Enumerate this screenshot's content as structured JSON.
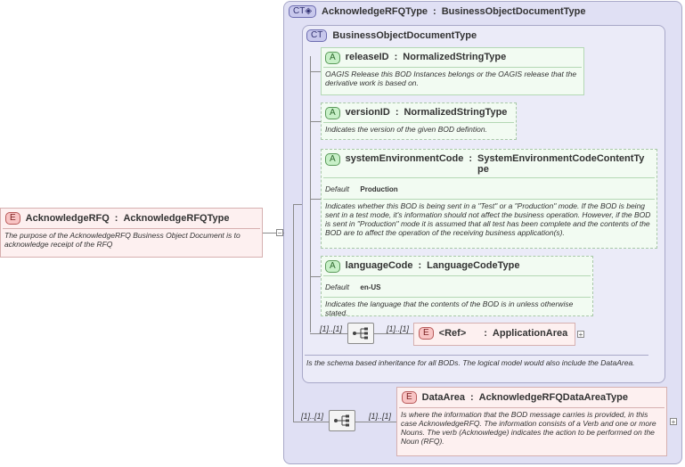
{
  "root": {
    "badge": "E",
    "name": "AcknowledgeRFQ",
    "type": "AcknowledgeRFQType",
    "description": "The purpose of the AcknowledgeRFQ Business Object Document is to acknowledge receipt of the RFQ"
  },
  "complex_type": {
    "badge": "CT",
    "name": "AcknowledgeRFQType",
    "base": "BusinessObjectDocumentType"
  },
  "base_type": {
    "badge": "CT",
    "name": "BusinessObjectDocumentType",
    "description": "Is the schema based inheritance for all BODs. The logical model would also include the DataArea."
  },
  "attributes": [
    {
      "badge": "A",
      "name": "releaseID",
      "type": "NormalizedStringType",
      "description": "OAGIS Release this BOD Instances belongs or the OAGIS release that the derivative work is based on."
    },
    {
      "badge": "A",
      "name": "versionID",
      "type": "NormalizedStringType",
      "description": "Indicates the version of the given BOD defintion."
    },
    {
      "badge": "A",
      "name": "systemEnvironmentCode",
      "type": "SystemEnvironmentCodeContentTy pe",
      "default_label": "Default",
      "default_value": "Production",
      "description": "Indicates whether this BOD is being sent in a \"Test\" or a \"Production\" mode. If the BOD is being sent in a test mode, it's information should not affect the business operation. However, if the BOD is sent in \"Production\" mode it is assumed that all test has been complete and the contents of the BOD are to affect the operation of the receiving business application(s)."
    },
    {
      "badge": "A",
      "name": "languageCode",
      "type": "LanguageCodeType",
      "default_label": "Default",
      "default_value": "en-US",
      "description": "Indicates the language that the contents of the BOD is in unless otherwise stated."
    }
  ],
  "application_area": {
    "badge": "E",
    "name": "<Ref>",
    "type": "ApplicationArea",
    "card_left": "[1]..[1]",
    "card_right": "[1]..[1]"
  },
  "data_area": {
    "badge": "E",
    "name": "DataArea",
    "type": "AcknowledgeRFQDataAreaType",
    "card_left": "[1]..[1]",
    "card_right": "[1]..[1]",
    "description": "Is where the information that the BOD message carries is provided, in this case AcknowledgeRFQ. The information consists of a Verb and one or more Nouns. The verb (Acknowledge) indicates the action to be performed on the Noun (RFQ)."
  },
  "separator": ":",
  "icons": [
    "complex-type-icon",
    "attribute-icon",
    "element-icon",
    "sequence-icon",
    "expand-icon",
    "collapse-icon"
  ],
  "colors": {
    "complex_type_bg": "#e0e0f4",
    "attribute_bg": "#f2fbf2",
    "element_bg": "#fdf0f0"
  }
}
